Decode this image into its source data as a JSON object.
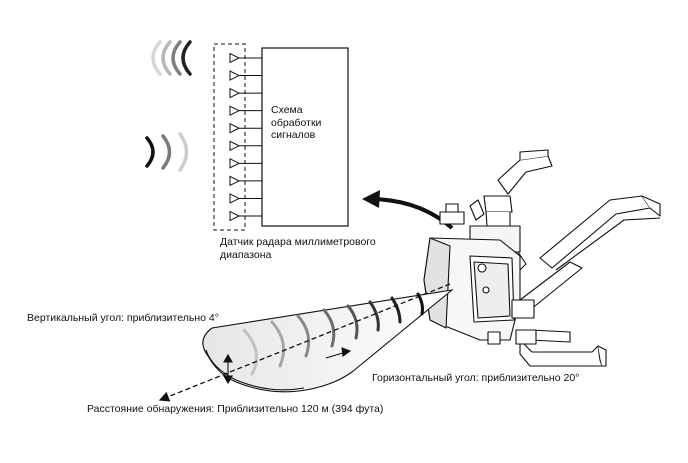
{
  "labels": {
    "processing_line1": "Схема",
    "processing_line2": "обработки",
    "processing_line3": "сигналов",
    "sensor_line1": "Датчик радара миллиметрового",
    "sensor_line2": "диапазона",
    "vertical_angle": "Вертикальный угол: приблизительно 4°",
    "horizontal_angle": "Горизонтальный угол: приблизительно 20°",
    "detection_distance": "Расстояние обнаружения: Приблизительно 120 м (394 фута)"
  },
  "diagram": {
    "antenna_element_count": 10
  },
  "colors": {
    "line": "#111111",
    "wave_gray": "#9a9a9a",
    "beam_fill": "#f1f1f1"
  }
}
